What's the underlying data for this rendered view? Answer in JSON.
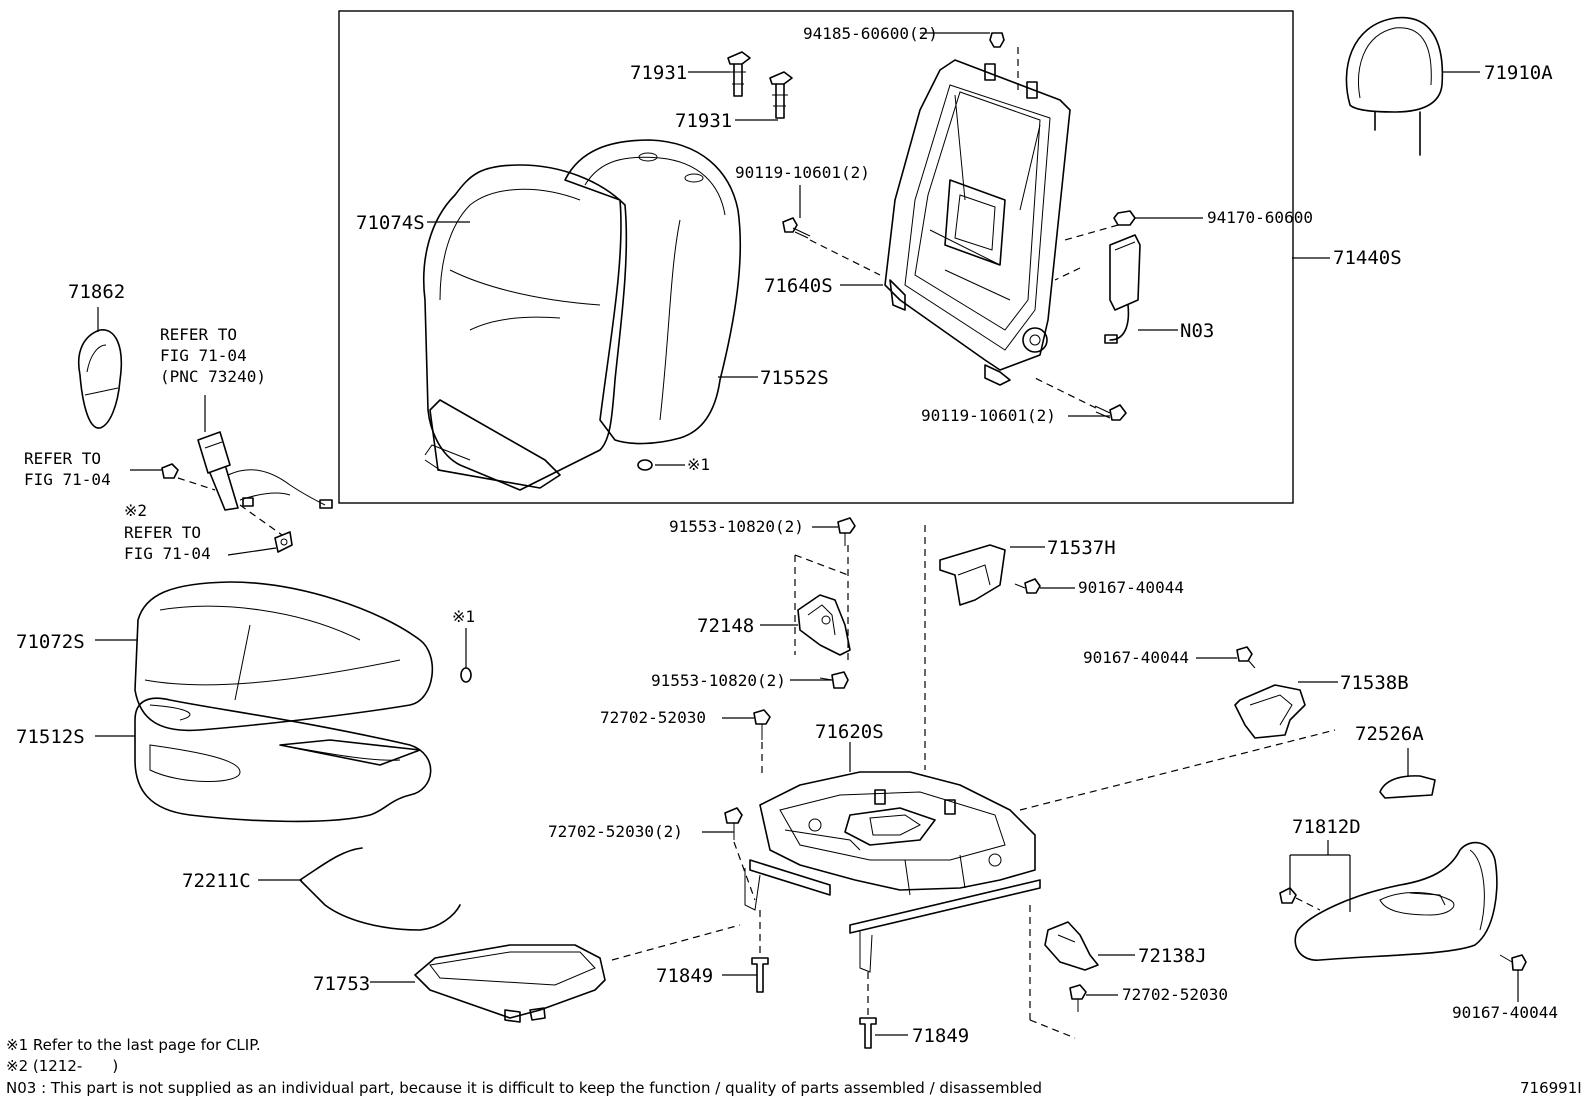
{
  "labels": {
    "p94185": "94185-60600(2)",
    "p71931a": "71931",
    "p71931b": "71931",
    "p90119a": "90119-10601(2)",
    "p71074": "71074S",
    "p94170": "94170-60600",
    "p71440": "71440S",
    "p71640": "71640S",
    "pN03": "N03",
    "p71552": "71552S",
    "p90119b": "90119-10601(2)",
    "clip1": "※1",
    "p71910": "71910A",
    "p71862": "71862",
    "refer1_a": "REFER TO",
    "refer1_b": "FIG 71-04",
    "refer1_c": "(PNC 73240)",
    "refer2_a": "REFER TO",
    "refer2_b": "FIG 71-04",
    "mark2": "※2",
    "refer3_a": "REFER TO",
    "refer3_b": "FIG 71-04",
    "p91553a": "91553-10820(2)",
    "p71537": "71537H",
    "p90167a": "90167-40044",
    "p72148": "72148",
    "p91553b": "91553-10820(2)",
    "p90167b": "90167-40044",
    "p71538": "71538B",
    "p71072": "71072S",
    "clip2": "※1",
    "p72702a": "72702-52030",
    "p71620": "71620S",
    "p72526": "72526A",
    "p71512": "71512S",
    "p72702b": "72702-52030(2)",
    "p71812": "71812D",
    "p72211": "72211C",
    "p72138": "72138J",
    "p71753": "71753",
    "p71849a": "71849",
    "p72702c": "72702-52030",
    "p90167c": "90167-40044",
    "p71849b": "71849"
  },
  "notes": {
    "n1": "※1 Refer to the last page for CLIP.",
    "n2": "※2 (1212-　　)",
    "n3": "N03 : This part is not supplied as an individual part, because it is difficult to keep the function / quality of parts assembled / disassembled",
    "figure_id": "716991I"
  }
}
